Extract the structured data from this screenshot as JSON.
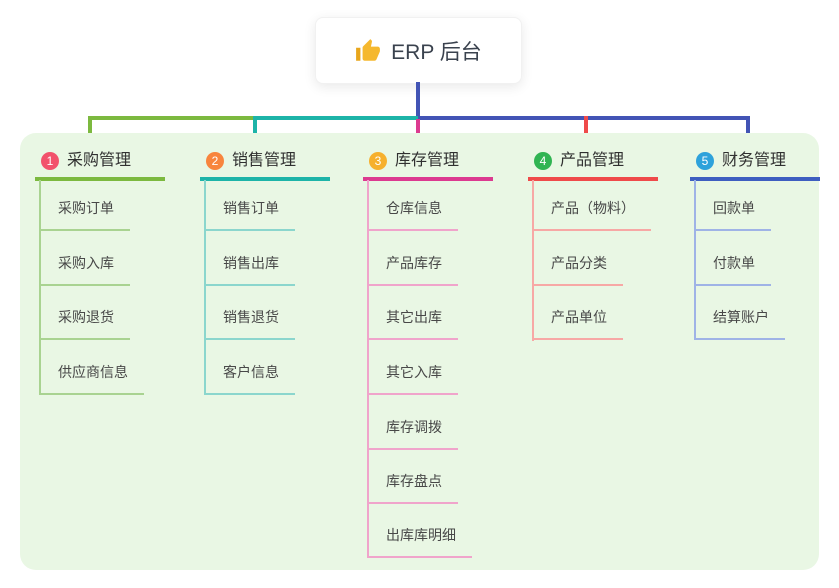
{
  "root": {
    "title": "ERP 后台",
    "icon": "thumbs-up"
  },
  "branches": [
    {
      "num": "1",
      "label": "采购管理",
      "color": "#7cb93f",
      "light_color": "#a9d391",
      "badge_color": "#f2526b",
      "items": [
        "采购订单",
        "采购入库",
        "采购退货",
        "供应商信息"
      ]
    },
    {
      "num": "2",
      "label": "销售管理",
      "color": "#1db4a8",
      "light_color": "#8bd6cd",
      "badge_color": "#f8853d",
      "items": [
        "销售订单",
        "销售出库",
        "销售退货",
        "客户信息"
      ]
    },
    {
      "num": "3",
      "label": "库存管理",
      "color": "#dc3a90",
      "light_color": "#f0a4cb",
      "badge_color": "#f6b02d",
      "items": [
        "仓库信息",
        "产品库存",
        "其它出库",
        "其它入库",
        "库存调拨",
        "库存盘点",
        "出库库明细"
      ]
    },
    {
      "num": "4",
      "label": "产品管理",
      "color": "#ef4a4a",
      "light_color": "#f7a8a5",
      "badge_color": "#30b452",
      "items": [
        "产品（物料）",
        "产品分类",
        "产品单位"
      ]
    },
    {
      "num": "5",
      "label": "财务管理",
      "color": "#3e5ec0",
      "light_color": "#9fb3e6",
      "badge_color": "#2ea2db",
      "items": [
        "回款单",
        "付款单",
        "结算账户"
      ]
    }
  ],
  "colors": {
    "page_bg": "#ffffff",
    "panel_bg": "#e9f7e4",
    "root_stem": "#4254b5",
    "root_text": "#3a424e",
    "branch_text": "#303030",
    "item_text": "#484848",
    "thumb_icon": "#f5b82e"
  }
}
